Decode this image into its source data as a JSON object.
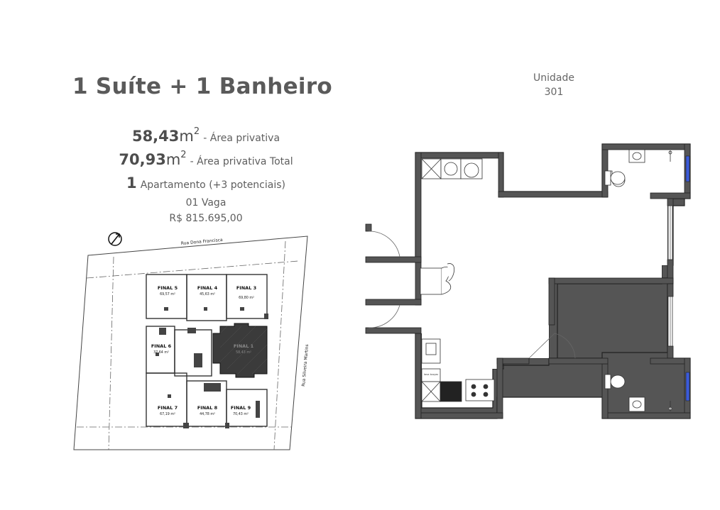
{
  "title": "1 Suíte + 1 Banheiro",
  "stats": {
    "area_privativa": {
      "value": "58,43",
      "unit": "m",
      "sup": "2",
      "label": "- Área privativa"
    },
    "area_total": {
      "value": "70,93",
      "unit": "m",
      "sup": "2",
      "label": "- Área privativa Total"
    },
    "apartamentos": {
      "value": "1",
      "label": "Apartamento (+3 potenciais)"
    },
    "vaga": "01 Vaga",
    "preco": "R$ 815.695,00"
  },
  "unidade": {
    "label": "Unidade",
    "number": "301"
  },
  "site_plan": {
    "street_top": "Rua Dona Francisca",
    "street_right": "Rua Silveira Martins",
    "north_symbol": "N",
    "units": [
      {
        "name": "FINAL 5",
        "area": "69,57 m²"
      },
      {
        "name": "FINAL 4",
        "area": "45,63 m²"
      },
      {
        "name": "FINAL 3",
        "area": "69,80 m²"
      },
      {
        "name": "FINAL 6",
        "area": "37,64 m²"
      },
      {
        "name": "FINAL 1",
        "area": "58,43 m²"
      },
      {
        "name": "FINAL 7",
        "area": "67,19 m²"
      },
      {
        "name": "FINAL 8",
        "area": "44,78 m²"
      },
      {
        "name": "FINAL 9",
        "area": "70,43 m²"
      }
    ]
  },
  "floor_plan": {
    "appliance_label": "lava louças"
  },
  "colors": {
    "wall": "#555555",
    "highlight": "#2a2a2a",
    "window": "#3b5bd9",
    "text": "#555555"
  }
}
